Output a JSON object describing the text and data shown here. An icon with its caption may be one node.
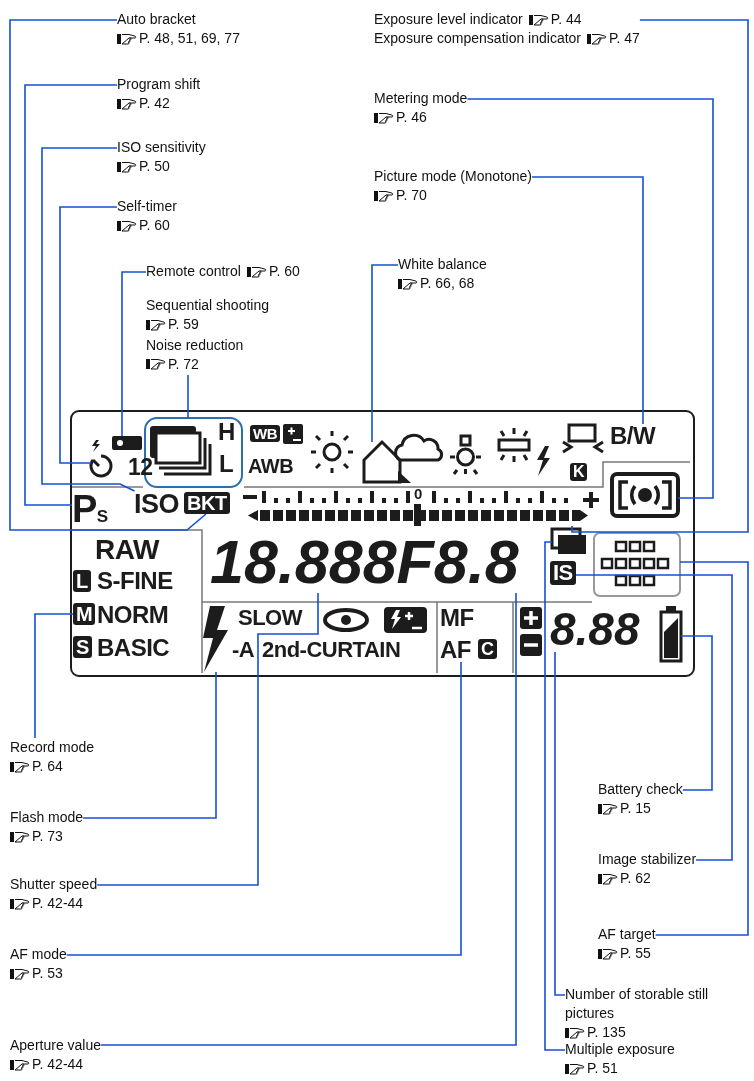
{
  "diagram": {
    "nodes": [
      {
        "text": [
          "Auto bracket",
          "P. 48, 51, 69, 77"
        ]
      },
      {
        "text": [
          "Program shift",
          "P. 42"
        ]
      },
      {
        "text": [
          "ISO sensitivity",
          "P. 50"
        ]
      },
      {
        "text": [
          "Self-timer",
          "P. 60"
        ]
      },
      {
        "text": [
          "Remote control",
          "P. 60"
        ]
      },
      {
        "text": [
          "Sequential shooting",
          "P. 59",
          "Noise reduction",
          "P. 72"
        ]
      },
      {
        "text": [
          "White balance",
          "P. 66, 68"
        ]
      },
      {
        "text": [
          "Exposure level indicator",
          "P. 44",
          "Exposure compensation indicator",
          "P. 47"
        ]
      },
      {
        "text": [
          "Metering mode",
          "P. 46"
        ]
      },
      {
        "text": [
          "Picture mode (Monotone)",
          "P. 70"
        ]
      },
      {
        "text": [
          "Battery check",
          "P. 15"
        ]
      },
      {
        "text": [
          "Image stabilizer",
          "P. 62"
        ]
      },
      {
        "text": [
          "AF target",
          "P. 55"
        ]
      },
      {
        "text": [
          "Number of storable still pictures",
          "P. 135"
        ]
      },
      {
        "text": [
          "Multiple exposure",
          "P. 51"
        ]
      },
      {
        "text": [
          "Record mode",
          "P. 64"
        ]
      },
      {
        "text": [
          "Flash mode",
          "P. 73"
        ]
      },
      {
        "text": [
          "Shutter speed",
          "P. 42-44"
        ]
      },
      {
        "text": [
          "AF mode",
          "P. 53"
        ]
      },
      {
        "text": [
          "Aperture value",
          "P. 42-44"
        ]
      },
      {
        "text": [
          "P$_{S}$"
        ]
      },
      {
        "text": [
          "ISO"
        ]
      },
      {
        "text": [
          "BKT"
        ]
      },
      {
        "text": [],
        "shape": "picture"
      },
      {
        "text": [],
        "shape": "picture"
      },
      {
        "text": [],
        "shape": "box"
      },
      {
        "text": [],
        "shape": "picture"
      },
      {
        "text": [
          "B/W"
        ]
      },
      {
        "text": [],
        "shape": "picture"
      },
      {
        "text": [],
        "shape": "picture"
      },
      {
        "text": [],
        "shape": "picture"
      },
      {
        "text": [
          "IS"
        ]
      },
      {
        "text": [],
        "shape": "picture"
      },
      {
        "text": [
          "8.88"
        ]
      },
      {
        "text": [],
        "shape": "box"
      },
      {
        "text": [
          "M"
        ]
      },
      {
        "text": [],
        "shape": "picture"
      },
      {
        "text": [
          "18.888F8.8"
        ]
      },
      {
        "text": [
          "AF"
        ]
      }
    ],
    "edges": [
      {
        "from": 0,
        "to": 22,
        "arrow": "none"
      },
      {
        "from": 1,
        "to": 20,
        "arrow": "none"
      },
      {
        "from": 2,
        "to": 21,
        "arrow": "none"
      },
      {
        "from": 3,
        "to": 23,
        "arrow": "none"
      },
      {
        "from": 4,
        "to": 24,
        "arrow": "none"
      },
      {
        "from": 5,
        "to": 25,
        "arrow": "none"
      },
      {
        "from": 6,
        "to": 26,
        "arrow": "none"
      },
      {
        "from": 9,
        "to": 27,
        "arrow": "none"
      },
      {
        "from": 8,
        "to": 28,
        "arrow": "none"
      },
      {
        "from": 7,
        "to": 29,
        "arrow": "none"
      },
      {
        "from": 10,
        "to": 30,
        "arrow": "none"
      },
      {
        "from": 11,
        "to": 31,
        "arrow": "none"
      },
      {
        "from": 12,
        "to": 32,
        "arrow": "none"
      },
      {
        "from": 13,
        "to": 33,
        "arrow": "none"
      },
      {
        "from": 14,
        "to": 34,
        "arrow": "none"
      },
      {
        "from": 15,
        "to": 35,
        "arrow": "none"
      },
      {
        "from": 16,
        "to": 36,
        "arrow": "none"
      },
      {
        "from": 17,
        "to": 37,
        "arrow": "none"
      },
      {
        "from": 18,
        "to": 38,
        "arrow": "none"
      },
      {
        "from": 19,
        "to": 37,
        "arrow": "none"
      }
    ],
    "labels": [
      "12",
      "H",
      "L",
      "WB",
      "AWB",
      "K",
      "0",
      "RAW",
      "L",
      "S-FINE",
      "NORM",
      "S",
      "BASIC",
      "SLOW",
      "-A",
      "2nd-CURTAIN",
      "MF",
      "C"
    ]
  }
}
